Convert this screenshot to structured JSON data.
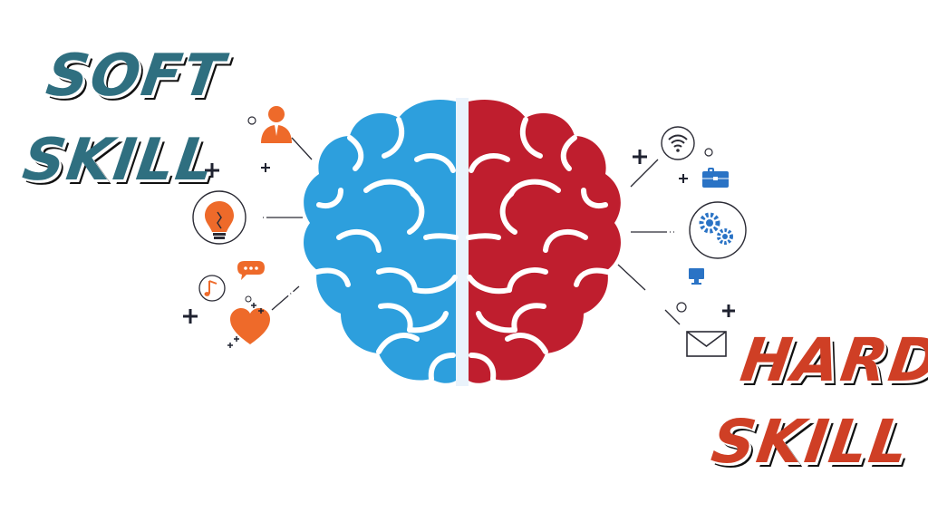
{
  "left_title": {
    "line1": "SOFT",
    "line2": "SKILL",
    "color": "#2f6f80"
  },
  "right_title": {
    "line1": "HARD",
    "line2": "SKILL",
    "color": "#cf3f25"
  },
  "brain": {
    "left_color": "#2d9fdd",
    "right_color": "#bf1e2e",
    "fold_color": "#ffffff"
  },
  "icon_colors": {
    "soft": "#ee6a2a",
    "hard": "#2a73c5",
    "neutral": "#2b2b35"
  },
  "soft_icons": [
    "person-icon",
    "lightbulb-icon",
    "speech-bubble-icon",
    "music-note-icon",
    "heart-icon"
  ],
  "hard_icons": [
    "wifi-icon",
    "briefcase-icon",
    "gears-icon",
    "monitor-icon",
    "envelope-icon"
  ]
}
